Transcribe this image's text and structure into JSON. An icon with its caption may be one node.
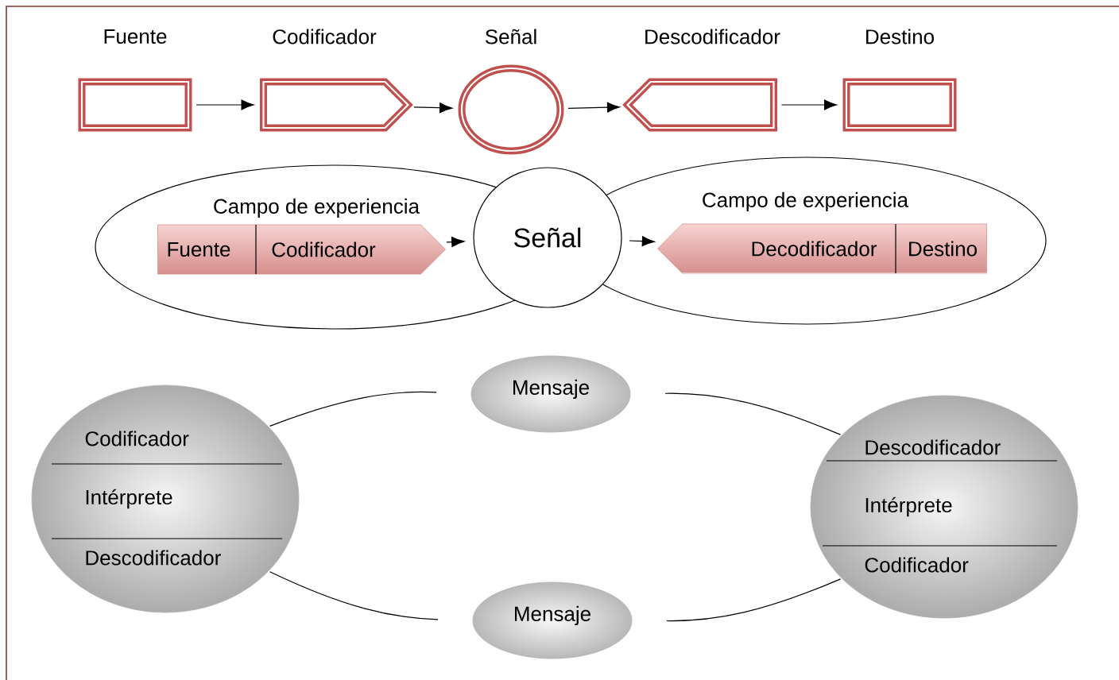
{
  "diagram": {
    "nodes": [
      {
        "text": [
          "Fuente"
        ]
      },
      {
        "text": [
          "Codificador"
        ]
      },
      {
        "text": [
          "Señal"
        ]
      },
      {
        "text": [
          "Descodificador"
        ]
      },
      {
        "text": [
          "Destino"
        ]
      },
      {
        "text": [
          "Campo de experiencia"
        ]
      },
      {
        "text": [
          "Fuente",
          "Codificador"
        ],
        "in": 5
      },
      {
        "text": [
          "Señal"
        ]
      },
      {
        "text": [
          "Campo de experiencia"
        ]
      },
      {
        "text": [
          "Decodificador",
          "Destino"
        ],
        "in": 8
      },
      {
        "text": [
          "Codificador",
          "Intérprete",
          "Descodificador"
        ]
      },
      {
        "text": [
          "Mensaje"
        ]
      },
      {
        "text": [
          "Descodificador",
          "Intérprete",
          "Codificador"
        ]
      },
      {
        "text": [
          "Mensaje"
        ]
      }
    ],
    "edges": [
      {
        "from": 0,
        "to": 1,
        "arrow": "to"
      },
      {
        "from": 1,
        "to": 2,
        "arrow": "to"
      },
      {
        "from": 2,
        "to": 3,
        "arrow": "to"
      },
      {
        "from": 3,
        "to": 4,
        "arrow": "to"
      },
      {
        "from": 6,
        "to": 7,
        "arrow": "to"
      },
      {
        "from": 7,
        "to": 9,
        "arrow": "to"
      },
      {
        "from": 10,
        "to": 11,
        "arrow": "none"
      },
      {
        "from": 11,
        "to": 12,
        "arrow": "none"
      },
      {
        "from": 10,
        "to": 13,
        "arrow": "none"
      },
      {
        "from": 13,
        "to": 12,
        "arrow": "none"
      }
    ]
  }
}
